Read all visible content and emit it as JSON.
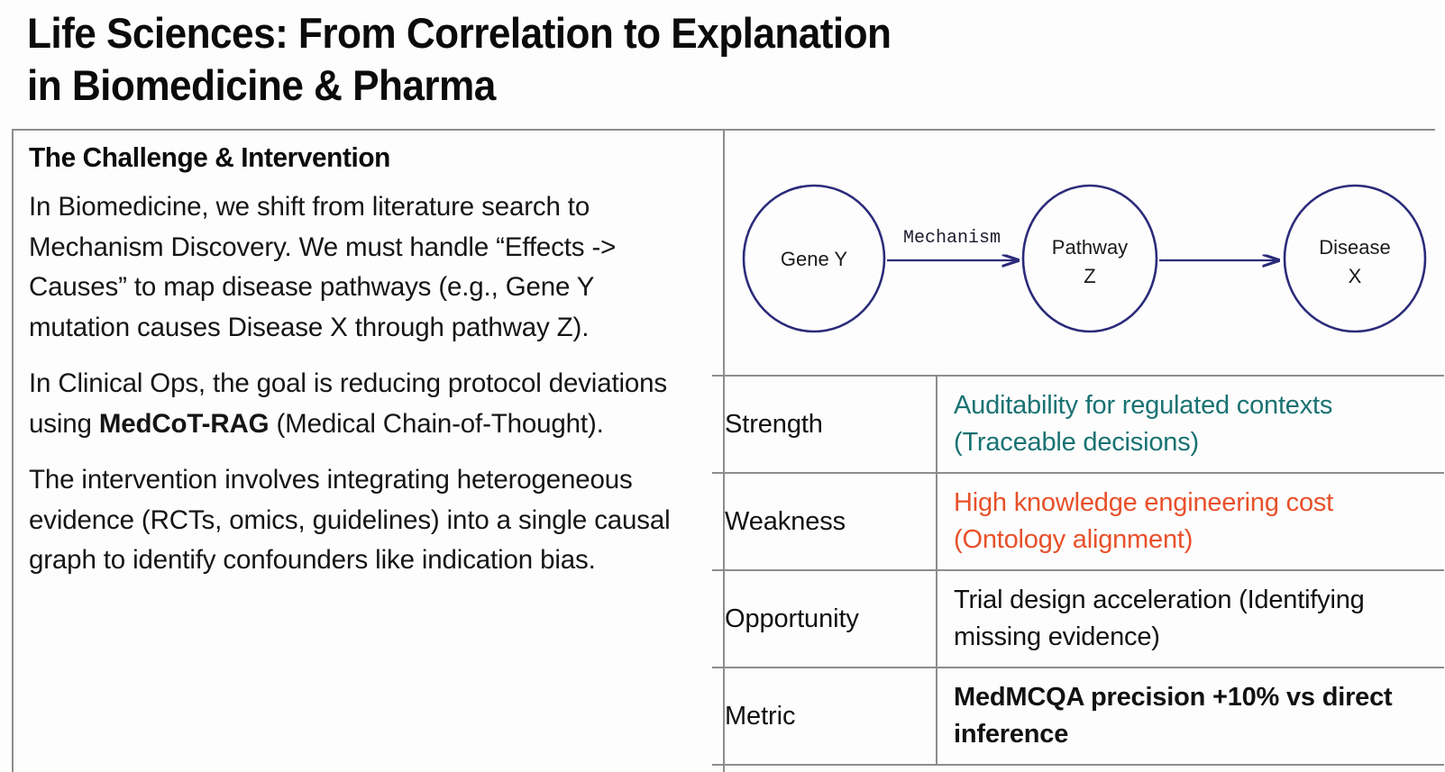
{
  "slide": {
    "title_lines": [
      "Life Sciences: From Correlation to Explanation",
      "in Biomedicine & Pharma"
    ]
  },
  "left_column": {
    "heading": "The Challenge & Intervention",
    "paragraphs": [
      {
        "id": "paragraph-biomedicine",
        "segments": [
          {
            "text": "In Biomedicine, we shift from literature search to Mechanism Discovery. We must handle “Effects -> Causes” to map disease pathways (e.g., Gene Y mutation causes Disease X through pathway Z).",
            "bold": false
          }
        ]
      },
      {
        "id": "paragraph-clinical-ops",
        "segments": [
          {
            "text": "In Clinical Ops, the goal is reducing protocol deviations using ",
            "bold": false
          },
          {
            "text": "MedCoT-RAG",
            "bold": true
          },
          {
            "text": " (Medical Chain-of-Thought).",
            "bold": false
          }
        ]
      },
      {
        "id": "paragraph-intervention",
        "segments": [
          {
            "text": "The intervention involves integrating heterogeneous evidence (RCTs, omics, guidelines) into a single causal graph to identify confounders like indication bias.",
            "bold": false
          }
        ]
      }
    ]
  },
  "diagram": {
    "type": "causal-chain",
    "stroke_color": "#2b2b7a",
    "nodes": [
      {
        "id": "gene-y",
        "lines": [
          "Gene Y"
        ]
      },
      {
        "id": "pathway-z",
        "lines": [
          "Pathway",
          "Z"
        ]
      },
      {
        "id": "disease-x",
        "lines": [
          "Disease",
          "X"
        ]
      }
    ],
    "edges": [
      {
        "from": "gene-y",
        "to": "pathway-z",
        "label": "Mechanism"
      },
      {
        "from": "pathway-z",
        "to": "disease-x",
        "label": ""
      }
    ]
  },
  "table": {
    "colors": {
      "strength": "#1a7272",
      "weakness": "#e8502a",
      "default": "#111111"
    },
    "rows": [
      {
        "id": "row-strength",
        "key": "Strength",
        "value": "Auditability for regulated contexts (Traceable decisions)"
      },
      {
        "id": "row-weakness",
        "key": "Weakness",
        "value": "High knowledge engineering cost (Ontology alignment)"
      },
      {
        "id": "row-opportunity",
        "key": "Opportunity",
        "value": "Trial design acceleration (Identifying missing evidence)"
      },
      {
        "id": "row-metric",
        "key": "Metric",
        "value": "MedMCQA precision +10% vs direct inference"
      }
    ]
  }
}
